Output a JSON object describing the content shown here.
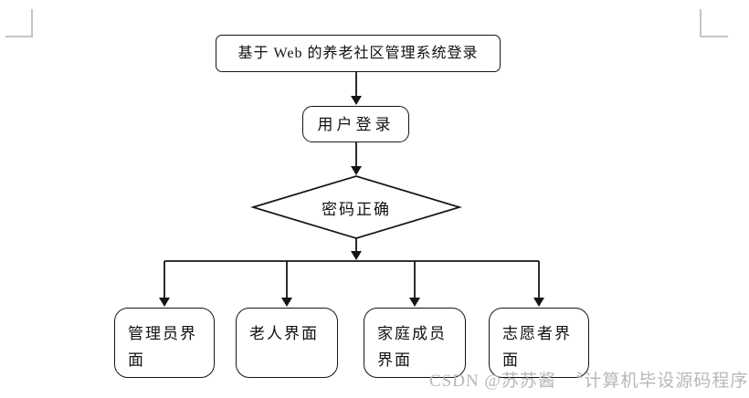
{
  "document": {
    "background_color": "#ffffff",
    "margin_mark_color": "#c5c5c5"
  },
  "flowchart": {
    "line_color": "#151515",
    "nodes": {
      "title": "基于 Web 的养老社区管理系统登录",
      "user_login": "用户登录",
      "decision": "密码正确"
    },
    "branches": [
      "管理员界面",
      "老人界面",
      "家庭成员界面",
      "志愿者界面"
    ]
  },
  "watermark": {
    "text": "CSDN @苏苏酱　〝计算机毕设源码程序",
    "color": "#b7b7b7"
  }
}
